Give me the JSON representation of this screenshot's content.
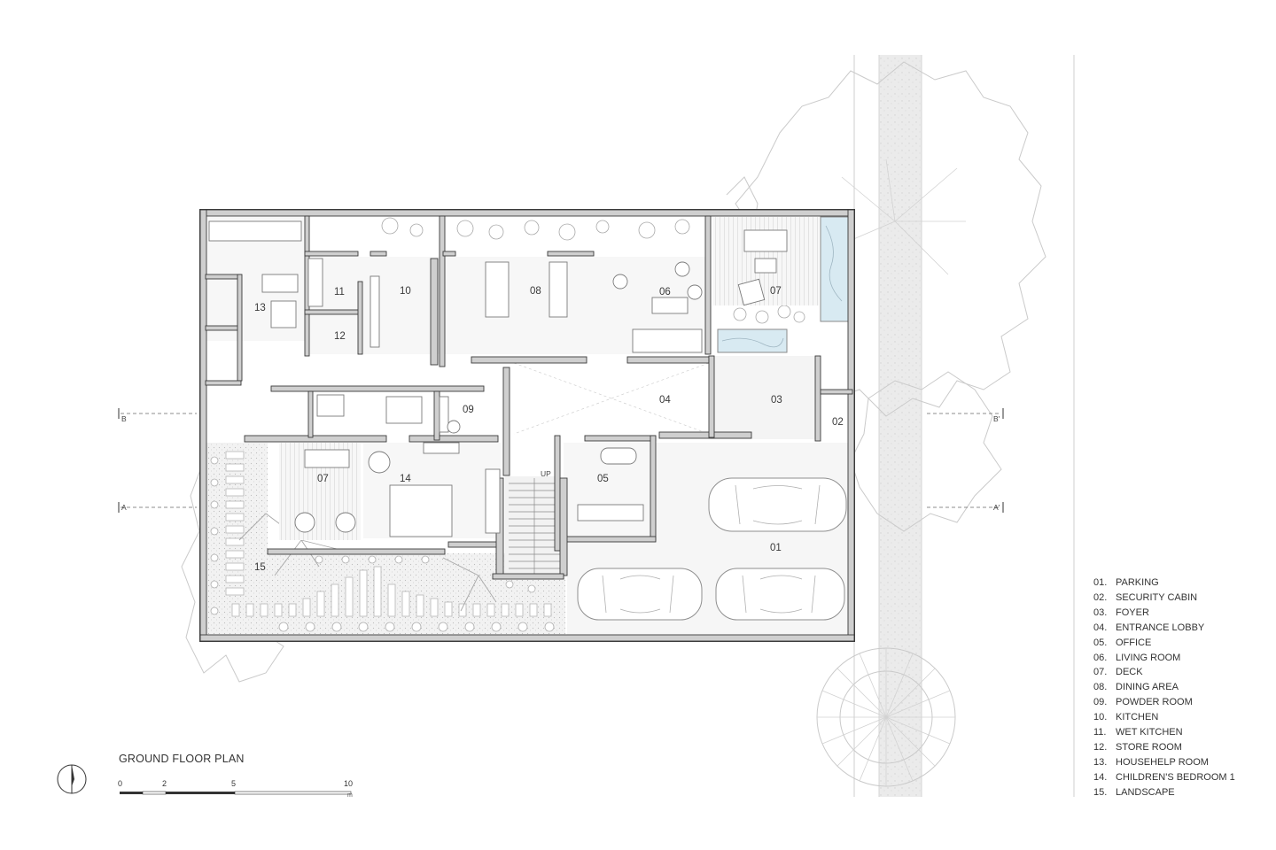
{
  "drawing": {
    "title": "GROUND FLOOR PLAN",
    "stair_label": "UP",
    "section_marks": {
      "a_left": "A",
      "a_right": "A'",
      "b_left": "B",
      "b_right": "B'"
    },
    "scale": {
      "ticks": [
        "0",
        "2",
        "5",
        "10"
      ],
      "unit": "m"
    }
  },
  "room_labels": [
    {
      "id": "13",
      "text": "13"
    },
    {
      "id": "11",
      "text": "11"
    },
    {
      "id": "10",
      "text": "10"
    },
    {
      "id": "08",
      "text": "08"
    },
    {
      "id": "06",
      "text": "06"
    },
    {
      "id": "07-deck-east",
      "text": "07"
    },
    {
      "id": "12",
      "text": "12"
    },
    {
      "id": "09",
      "text": "09"
    },
    {
      "id": "04",
      "text": "04"
    },
    {
      "id": "03",
      "text": "03"
    },
    {
      "id": "02",
      "text": "02"
    },
    {
      "id": "07-deck-west",
      "text": "07"
    },
    {
      "id": "14",
      "text": "14"
    },
    {
      "id": "05",
      "text": "05"
    },
    {
      "id": "01",
      "text": "01"
    },
    {
      "id": "15",
      "text": "15"
    }
  ],
  "legend": [
    {
      "num": "01.",
      "label": "PARKING"
    },
    {
      "num": "02.",
      "label": "SECURITY CABIN"
    },
    {
      "num": "03.",
      "label": "FOYER"
    },
    {
      "num": "04.",
      "label": "ENTRANCE LOBBY"
    },
    {
      "num": "05.",
      "label": "OFFICE"
    },
    {
      "num": "06.",
      "label": "LIVING ROOM"
    },
    {
      "num": "07.",
      "label": "DECK"
    },
    {
      "num": "08.",
      "label": "DINING AREA"
    },
    {
      "num": "09.",
      "label": "POWDER ROOM"
    },
    {
      "num": "10.",
      "label": "KITCHEN"
    },
    {
      "num": "11.",
      "label": "WET KITCHEN"
    },
    {
      "num": "12.",
      "label": "STORE ROOM"
    },
    {
      "num": "13.",
      "label": "HOUSEHELP ROOM"
    },
    {
      "num": "14.",
      "label": "CHILDREN'S BEDROOM 1"
    },
    {
      "num": "15.",
      "label": "LANDSCAPE"
    }
  ],
  "colors": {
    "wall": "#cfcfcf",
    "wall_edge": "#3a3a3a",
    "line": "#9a9a9a",
    "tree": "#c8c8c8",
    "water": "#d8eaf2",
    "road": "#ececec"
  }
}
